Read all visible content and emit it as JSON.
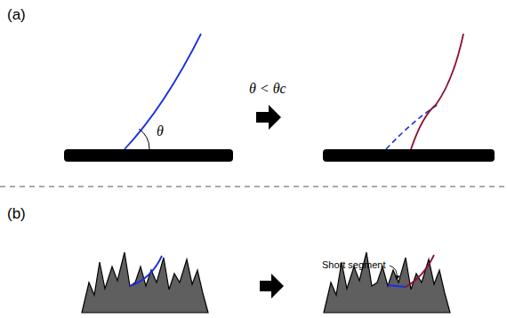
{
  "diagram": {
    "labels": [
      "(a)",
      "θ",
      "θ < θc",
      "(b)",
      "Short segment"
    ]
  }
}
